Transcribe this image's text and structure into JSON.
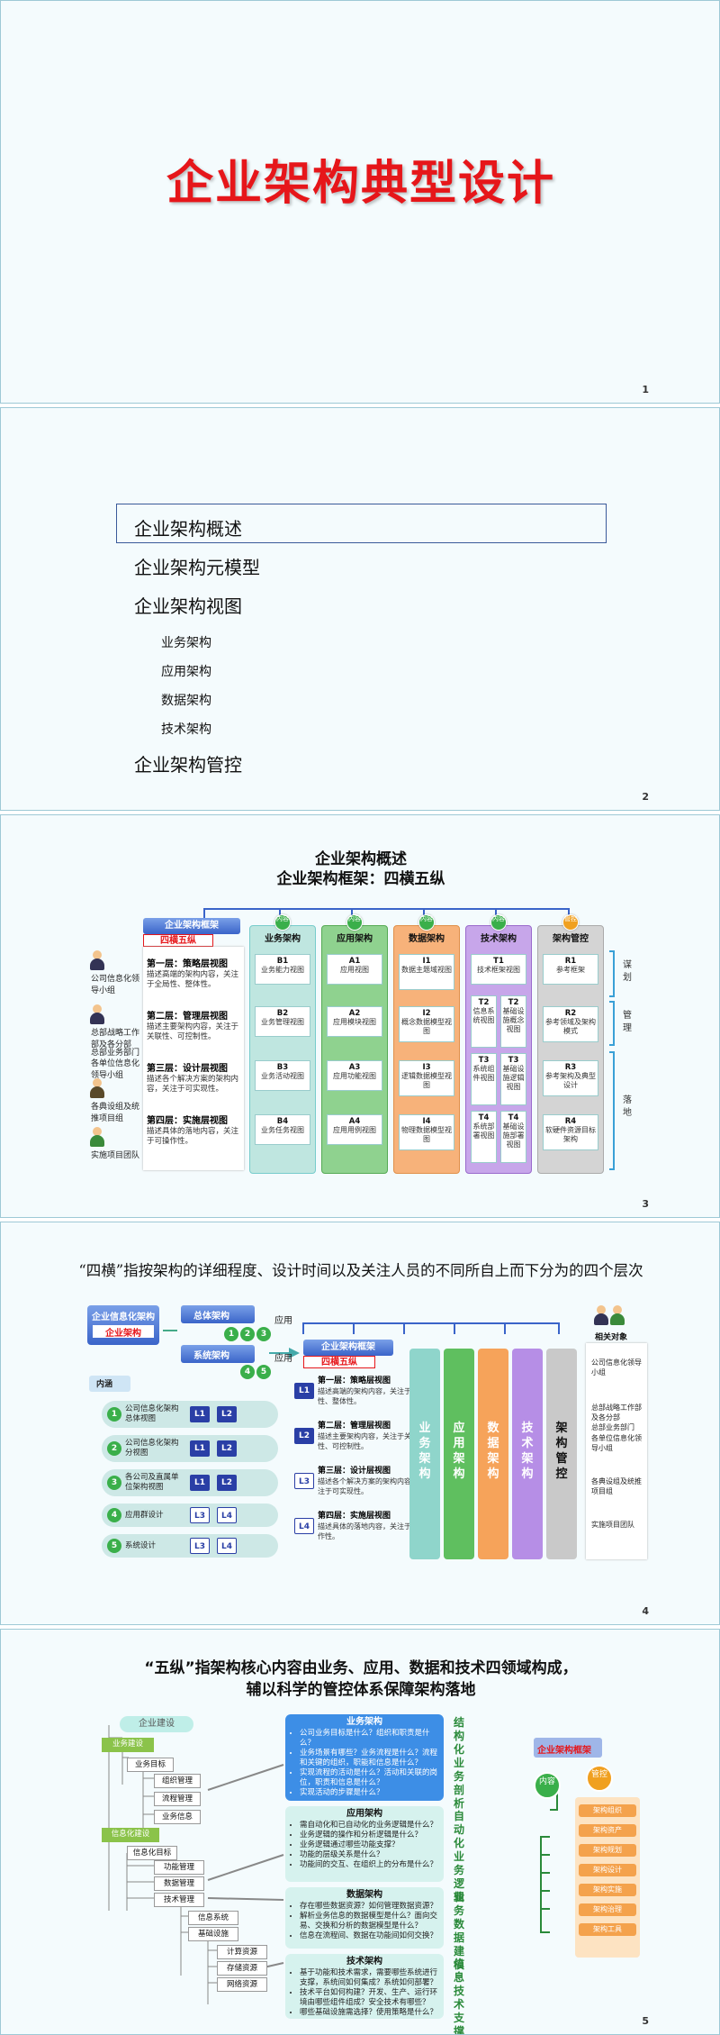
{
  "slide1": {
    "title": "企业架构典型设计",
    "page": "1"
  },
  "slide2": {
    "page": "2",
    "items": [
      {
        "text": "企业架构概述",
        "level": 1
      },
      {
        "text": "企业架构元模型",
        "level": 1
      },
      {
        "text": "企业架构视图",
        "level": 1
      },
      {
        "text": "业务架构",
        "level": 2
      },
      {
        "text": "应用架构",
        "level": 2
      },
      {
        "text": "数据架构",
        "level": 2
      },
      {
        "text": "技术架构",
        "level": 2
      },
      {
        "text": "企业架构管控",
        "level": 1
      }
    ]
  },
  "slide3": {
    "page": "3",
    "title1": "企业架构概述",
    "title2": "企业架构框架：四横五纵",
    "frame_head": "企业架构框架",
    "frame_tag": "四横五纵",
    "people": [
      "公司信息化领导小组",
      "总部战略工作部及各分部",
      "总部业务部门",
      "各单位信息化领导小组",
      "各典设组及统推项目组",
      "实施项目团队"
    ],
    "layers": [
      {
        "title": "第一层：策略层视图",
        "desc": "描述高端的架构内容，关注于全局性、整体性。"
      },
      {
        "title": "第二层：管理层视图",
        "desc": "描述主要架构内容，关注于关联性、可控制性。"
      },
      {
        "title": "第三层：设计层视图",
        "desc": "描述各个解决方案的架构内容，关注于可实现性。"
      },
      {
        "title": "第四层：实施层视图",
        "desc": "描述具体的落地内容，关注于可操作性。"
      }
    ],
    "columns": [
      {
        "head": "业务架构",
        "circle": "内容",
        "cells": [
          {
            "id": "B1",
            "text": "业务能力视图"
          },
          {
            "id": "B2",
            "text": "业务管理视图"
          },
          {
            "id": "B3",
            "text": "业务活动视图"
          },
          {
            "id": "B4",
            "text": "业务任务视图"
          }
        ]
      },
      {
        "head": "应用架构",
        "circle": "内容",
        "cells": [
          {
            "id": "A1",
            "text": "应用视图"
          },
          {
            "id": "A2",
            "text": "应用模块视图"
          },
          {
            "id": "A3",
            "text": "应用功能视图"
          },
          {
            "id": "A4",
            "text": "应用用例视图"
          }
        ]
      },
      {
        "head": "数据架构",
        "circle": "内容",
        "cells": [
          {
            "id": "I1",
            "text": "数据主题域视图"
          },
          {
            "id": "I2",
            "text": "概念数据模型视图"
          },
          {
            "id": "I3",
            "text": "逻辑数据模型视图"
          },
          {
            "id": "I4",
            "text": "物理数据模型视图"
          }
        ]
      },
      {
        "head": "技术架构",
        "circle": "内容",
        "cells": [
          {
            "id": "T1",
            "text": "技术框架视图"
          },
          {
            "id": "T2",
            "text": "信息系统视图"
          },
          {
            "id": "T3",
            "text": "系统组件视图"
          },
          {
            "id": "T4",
            "text": "系统部署视图"
          }
        ]
      },
      {
        "head": "架构管控",
        "circle": "管控",
        "cells": [
          {
            "id": "R1",
            "text": "参考框架"
          },
          {
            "id": "R2",
            "text": "参考领域及架构模式"
          },
          {
            "id": "R3",
            "text": "参考架构及典型设计"
          },
          {
            "id": "R4",
            "text": "软硬件资源目标架构"
          }
        ]
      }
    ],
    "tech_sub": [
      {
        "id": "T2",
        "text": "基础设施概念视图"
      },
      {
        "id": "T3",
        "text": "基础设施逻辑视图"
      },
      {
        "id": "T4",
        "text": "基础设施部署视图"
      }
    ],
    "side": [
      "谋划",
      "管理",
      "落地"
    ]
  },
  "slide4": {
    "page": "4",
    "heading": "“四横”指按架构的详细程度、设计时间以及关注人员的不同所自上而下分为的四个层次",
    "left_head1": "企业信息化架构",
    "left_head2": "企业架构",
    "overall": "总体架构",
    "system": "系统架构",
    "apply": "应用",
    "inner": "内涵",
    "steps": [
      "公司信息化架构总体视图",
      "公司信息化架构分视图",
      "各公司及直属单位架构视图",
      "应用群设计",
      "系统设计"
    ],
    "step_nums": [
      "1",
      "2",
      "3",
      "4",
      "5"
    ],
    "step_levels": [
      [
        "L1",
        "L2"
      ],
      [
        "L1",
        "L2"
      ],
      [
        "L1",
        "L2"
      ],
      [
        "L3",
        "L4"
      ],
      [
        "L3",
        "L4"
      ]
    ],
    "frame_head": "企业架构框架",
    "frame_tag": "四横五纵",
    "layers": [
      {
        "id": "L1",
        "title": "第一层：策略层视图",
        "desc": "描述高端的架构内容，关注于全局性、整体性。"
      },
      {
        "id": "L2",
        "title": "第二层：管理层视图",
        "desc": "描述主要架构内容，关注于关联性、可控制性。"
      },
      {
        "id": "L3",
        "title": "第三层：设计层视图",
        "desc": "描述各个解决方案的架构内容，关注于可实现性。"
      },
      {
        "id": "L4",
        "title": "第四层：实施层视图",
        "desc": "描述具体的落地内容，关注于可操作性。"
      }
    ],
    "tall_cols": [
      "业务架构",
      "应用架构",
      "数据架构",
      "技术架构",
      "架构管控"
    ],
    "related": "相关对象",
    "people": [
      "公司信息化领导小组",
      "总部战略工作部及各分部",
      "总部业务部门",
      "各单位信息化领导小组",
      "各典设组及统推项目组",
      "实施项目团队"
    ]
  },
  "slide5": {
    "page": "5",
    "heading1": "“五纵”指架构核心内容由业务、应用、数据和技术四领域构成，",
    "heading2": "辅以科学的管控体系保障架构落地",
    "root": "企业建设",
    "green1": "业务建设",
    "green2": "信息化建设",
    "tree_biz": [
      "业务目标",
      "组织管理",
      "流程管理",
      "业务信息"
    ],
    "tree_it": [
      "信息化目标",
      "功能管理",
      "数据管理",
      "技术管理",
      "信息系统",
      "基础设施",
      "计算资源",
      "存储资源",
      "网络资源"
    ],
    "domains": [
      {
        "title": "业务架构",
        "items": [
          "公司业务目标是什么？组织和职责是什么？",
          "业务场景有哪些？业务流程是什么？流程和关键的组织，职能和信息是什么？",
          "实现流程的活动是什么？活动和关联的岗位，职责和信息是什么？",
          "实现活动的步骤是什么？"
        ],
        "tag": "结构化业务剖析"
      },
      {
        "title": "应用架构",
        "items": [
          "需自动化和已自动化的业务逻辑是什么？",
          "业务逻辑的操作和分析逻辑是什么？",
          "业务逻辑通过哪些功能支撑？",
          "功能的层级关系是什么？",
          "功能间的交互、在组织上的分布是什么？"
        ],
        "tag": "自动化业务逻辑"
      },
      {
        "title": "数据架构",
        "items": [
          "存在哪些数据资源？如何管理数据资源？",
          "解析业务信息的数据模型是什么？面向交易、交换和分析的数据模型是什么？",
          "信息在流程间、数据在功能间如何交换？"
        ],
        "tag": "业务数据建模"
      },
      {
        "title": "技术架构",
        "items": [
          "基于功能和技术需求，需要哪些系统进行支撑，系统间如何集成？系统如何部署？",
          "技术平台如何构建？开发、生产、运行环境由哪些组件组成？安全技术有哪些？",
          "哪些基础设施需选择？使用策略是什么？"
        ],
        "tag": "信息技术支撑"
      }
    ],
    "right_head": "企业架构框架",
    "right_circle1": "内容",
    "right_circle2": "管控",
    "org_items": [
      "架构组织",
      "架构资产",
      "架构规划",
      "架构设计",
      "架构实施",
      "架构治理",
      "架构工具"
    ]
  }
}
